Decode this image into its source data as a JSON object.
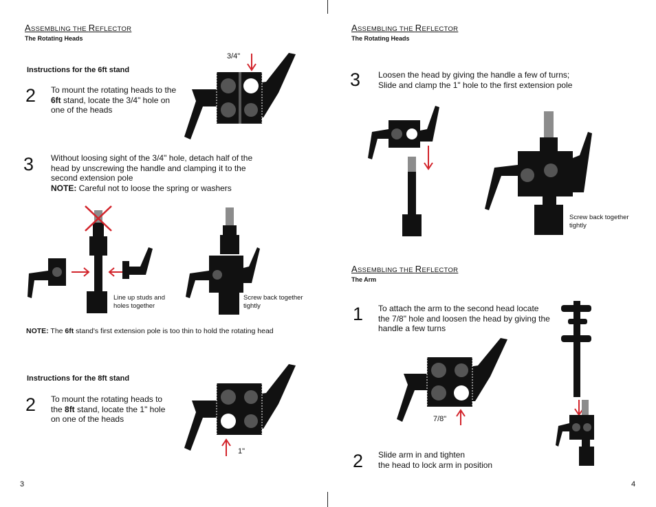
{
  "left_page": {
    "section_title_parts": [
      "A",
      "SSEMBLING THE ",
      "R",
      "EFLECTOR"
    ],
    "section_subtitle": "The Rotating Heads",
    "subhead_6ft": "Instructions for the 6ft stand",
    "step2_6ft": {
      "number": "2",
      "text_a": "To mount the rotating heads to the ",
      "bold": "6ft",
      "text_b": " stand, locate the 3/4\" hole on one of the heads"
    },
    "label_3_4": "3/4\"",
    "step3_6ft": {
      "number": "3",
      "text": "Without loosing sight of the 3/4\" hole, detach half of the head by unscrewing the handle and clamping it to the second extension pole",
      "note_label": "NOTE:",
      "note_text": " Careful not to loose the spring or washers"
    },
    "caption_lineup": "Line up studs and holes together",
    "caption_screwback": "Screw back together tightly",
    "note_bottom": {
      "label": "NOTE:",
      "text_a": " The ",
      "bold": "6ft",
      "text_b": " stand's first extension pole is too thin  to hold the rotating head"
    },
    "subhead_8ft": "Instructions for the 8ft stand",
    "step2_8ft": {
      "number": "2",
      "text_a": "To mount the rotating heads to the ",
      "bold": "8ft",
      "text_b": " stand, locate the 1\" hole on one of the heads"
    },
    "label_1": "1\"",
    "page_number": "3"
  },
  "right_page": {
    "section_title_parts": [
      "A",
      "SSEMBLING THE ",
      "R",
      "EFLECTOR"
    ],
    "section_subtitle": "The Rotating Heads",
    "step3": {
      "number": "3",
      "line1": "Loosen the head by giving the handle a few of turns;",
      "line2": "Slide and clamp the 1\" hole to the first extension pole"
    },
    "caption_screwback": "Screw back together tightly",
    "section2_title_parts": [
      "A",
      "SSEMBLING THE ",
      "R",
      "EFLECTOR"
    ],
    "section2_subtitle": "The Arm",
    "step1": {
      "number": "1",
      "text": "To attach the arm to the second head locate the 7/8\" hole and loosen the head by giving the handle a few turns"
    },
    "label_7_8": "7/8\"",
    "step2": {
      "number": "2",
      "line1": "Slide arm in and tighten",
      "line2": "the head to lock arm in position"
    },
    "page_number": "4"
  },
  "colors": {
    "accent_red": "#d2232a",
    "ink": "#111111",
    "pole_gray": "#8c8c8c",
    "hole_gray": "#555555"
  }
}
